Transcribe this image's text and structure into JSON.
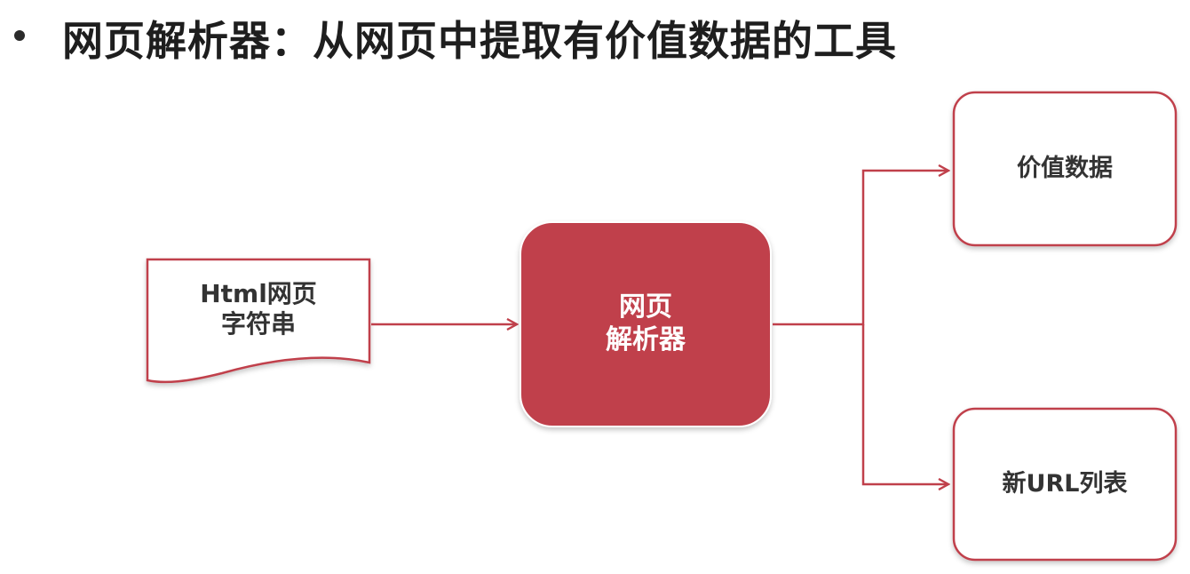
{
  "slide": {
    "title": "网页解析器：从网页中提取有价值数据的工具"
  },
  "diagram": {
    "input_document": {
      "line1": "Html网页",
      "line2": "字符串"
    },
    "parser": {
      "line1": "网页",
      "line2": "解析器"
    },
    "outputs": {
      "value_data": "价值数据",
      "new_urls": "新URL列表"
    }
  },
  "colors": {
    "accent": "#c0404b",
    "border": "#c0404b",
    "arrow": "#c0404b",
    "text_dark": "#333333",
    "text_light": "#ffffff"
  }
}
